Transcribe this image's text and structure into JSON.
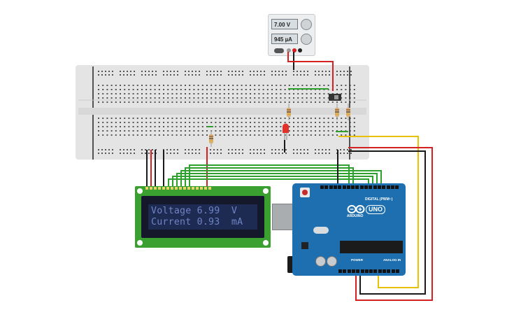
{
  "power_supply": {
    "voltage_readout": "7.00 V",
    "current_readout": "945 µA"
  },
  "lcd": {
    "line1": "Voltage 6.99  V",
    "line2": "Current 0.93  mA"
  },
  "arduino": {
    "logo_text": "ARDUINO",
    "model_text": "UNO",
    "digital_label": "DIGITAL (PWM~)",
    "power_label": "POWER",
    "analog_label": "ANALOG IN"
  },
  "colors": {
    "breadboard": "#e4e4e4",
    "lcd_green": "#3aa02f",
    "arduino_blue": "#1d6fb0",
    "wire_red": "#d42121",
    "wire_black": "#1a1a1a",
    "wire_green": "#2da02d",
    "wire_yellow": "#e8c200",
    "led_red": "#e0312b"
  }
}
